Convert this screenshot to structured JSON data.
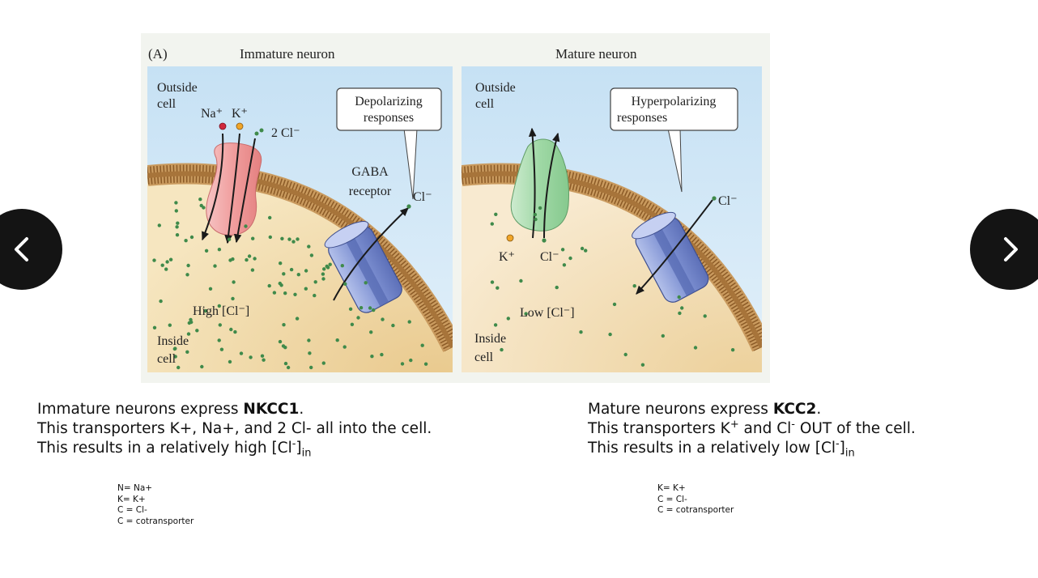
{
  "figure": {
    "panel_label": "(A)",
    "left_title": "Immature neuron",
    "right_title": "Mature neuron",
    "left": {
      "outside_line1": "Outside",
      "outside_line2": "cell",
      "na_label": "Na⁺",
      "k_label": "K⁺",
      "cl_label": "2 Cl⁻",
      "callout_line1": "Depolarizing",
      "callout_line2": "responses",
      "gaba_line1": "GABA",
      "gaba_line2": "receptor",
      "gaba_cl": "Cl⁻",
      "high_cl": "High [Cl⁻]",
      "inside_line1": "Inside",
      "inside_line2": "cell"
    },
    "right": {
      "outside_line1": "Outside",
      "outside_line2": "cell",
      "callout_line1": "Hyperpolarizing",
      "callout_line2": "responses",
      "receptor_cl": "Cl⁻",
      "k_label": "K⁺",
      "cl_label": "Cl⁻",
      "low_cl": "Low [Cl⁻]",
      "inside_line1": "Inside",
      "inside_line2": "cell"
    },
    "colors": {
      "sky": "#cfe6f5",
      "cytoplasm": "#f3dfb0",
      "membrane": "#a0672a",
      "nkcc1": "#f2a7a7",
      "kcc2": "#a9dcae",
      "gaba_receptor": "#7f92d3",
      "chloride_dot": "#3f8a4a",
      "sodium_dot": "#d0283c",
      "potassium_dot": "#f0a528"
    }
  },
  "nav": {
    "prev_icon": "chevron-left-icon",
    "next_icon": "chevron-right-icon"
  },
  "left_caption": {
    "line1_pre": "Immature neurons express ",
    "line1_bold": "NKCC1",
    "line1_post": ".",
    "line2": "This transporters K+, Na+, and 2 Cl- all into the cell.",
    "line3_pre": "This results in a relatively high [Cl",
    "line3_sup": "-",
    "line3_mid": "]",
    "line3_sub": "in"
  },
  "right_caption": {
    "line1_pre": "Mature neurons express ",
    "line1_bold": "KCC2",
    "line1_post": ".",
    "line2_pre": "This transporters K",
    "line2_sup1": "+",
    "line2_mid": " and Cl",
    "line2_sup2": "-",
    "line2_post": " OUT of the cell.",
    "line3_pre": "This results in a relatively low [Cl",
    "line3_sup": "-",
    "line3_mid": "]",
    "line3_sub": "in"
  },
  "left_legend": [
    "N= Na+",
    "K= K+",
    "C = Cl-",
    "C = cotransporter"
  ],
  "right_legend": [
    "K= K+",
    "C = Cl-",
    "C = cotransporter"
  ]
}
